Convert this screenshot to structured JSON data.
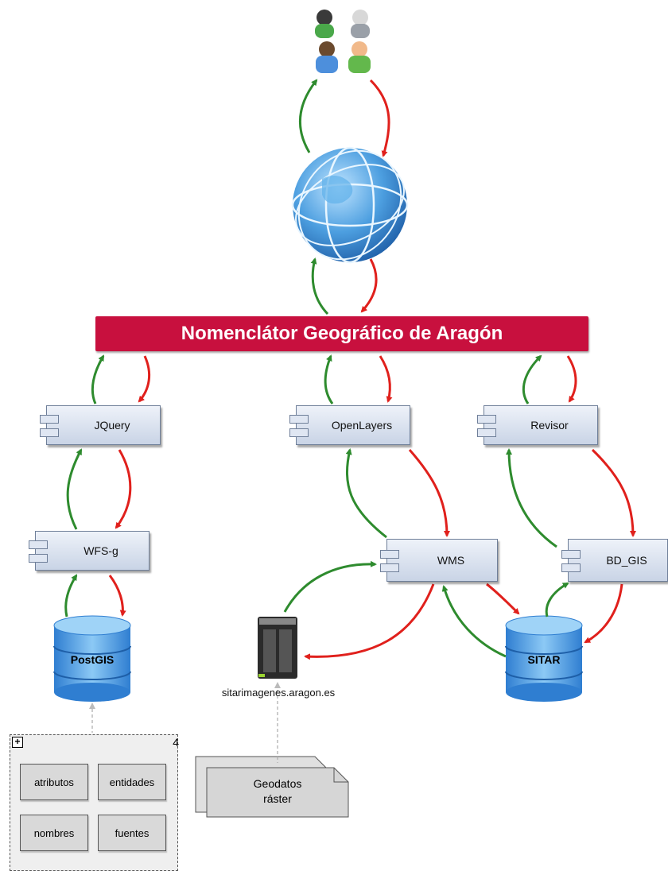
{
  "title": "Nomenclátor Geográfico de Aragón",
  "components": {
    "jquery": "JQuery",
    "openlayers": "OpenLayers",
    "revisor": "Revisor",
    "wfs": "WFS-g",
    "wms": "WMS",
    "bdgis": "BD_GIS"
  },
  "databases": {
    "postgis": "PostGIS",
    "sitar": "SITAR"
  },
  "server": {
    "label": "sitarimagenes.aragon.es"
  },
  "package": {
    "count": "4",
    "items": [
      "atributos",
      "entidades",
      "nombres",
      "fuentes"
    ]
  },
  "document": {
    "line1": "Geodatos",
    "line2": "ráster"
  },
  "colors": {
    "banner": "#c8103e",
    "request_arrow": "#2e8b2e",
    "response_arrow": "#e0201c"
  },
  "icons": {
    "users": "users-group-icon",
    "internet": "globe-icon",
    "server": "server-icon",
    "database": "database-icon",
    "document": "document-stack-icon"
  }
}
